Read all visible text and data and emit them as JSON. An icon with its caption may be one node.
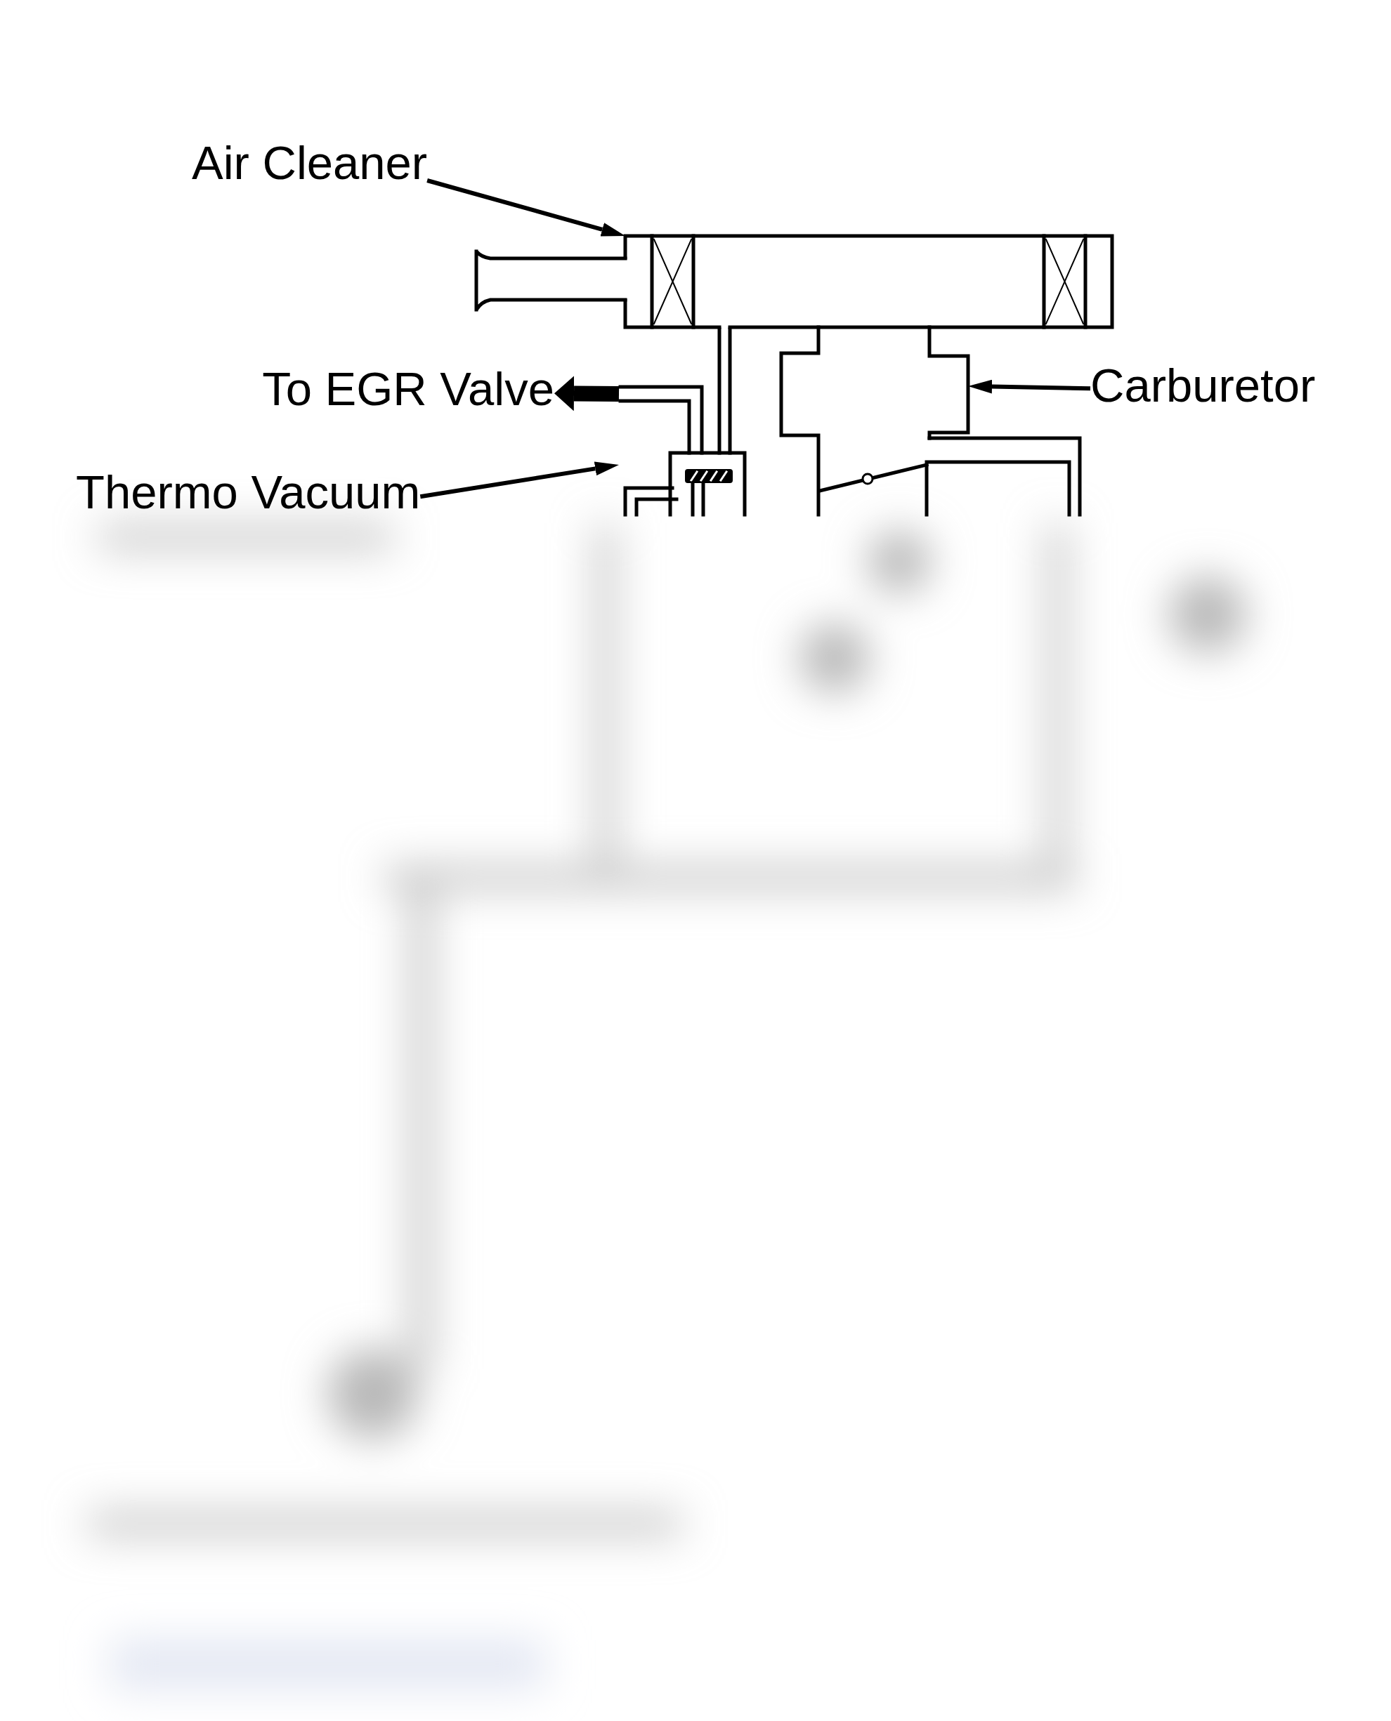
{
  "diagram": {
    "nodes": [
      {
        "text": [
          "Air Cleaner"
        ]
      },
      {
        "text": [],
        "shape": "picture"
      },
      {
        "text": [
          "To EGR Valve"
        ]
      },
      {
        "text": [
          "Carburetor"
        ]
      },
      {
        "text": [],
        "shape": "picture"
      },
      {
        "text": [
          "Thermo Vacuum"
        ]
      },
      {
        "text": [],
        "shape": "picture"
      }
    ],
    "edges": [
      {
        "from": 0,
        "to": 1,
        "arrow": "to"
      },
      {
        "from": 6,
        "to": 2,
        "arrow": "to",
        "style": "thick"
      },
      {
        "from": 3,
        "to": 4,
        "arrow": "to"
      },
      {
        "from": 5,
        "to": 6,
        "arrow": "to"
      }
    ]
  }
}
